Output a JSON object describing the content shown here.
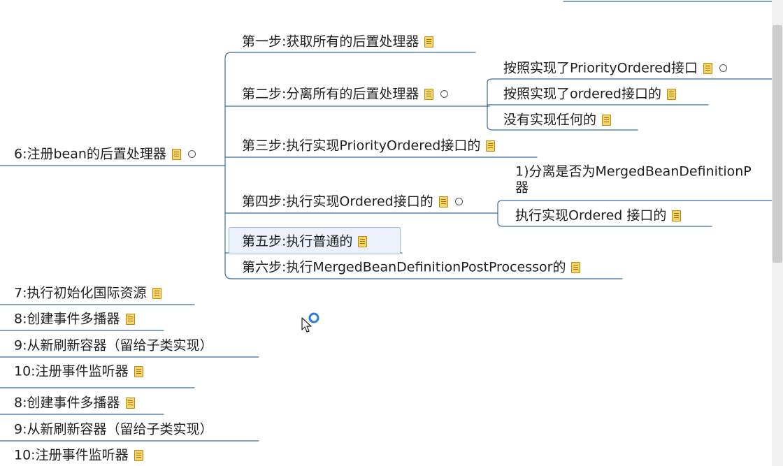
{
  "mindmap": {
    "root_node": "6:注册bean的后置处理器",
    "steps": [
      "第一步:获取所有的后置处理器",
      "第二步:分离所有的后置处理器",
      "第三步:执行实现PriorityOrdered接口的",
      "第四步:执行实现Ordered接口的",
      "第五步:执行普通的",
      "第六步:执行MergedBeanDefinitionPostProcessor的"
    ],
    "step2_children": [
      "按照实现了PriorityOrdered接口",
      "按照实现了ordered接口的",
      "没有实现任何的"
    ],
    "step4_children": {
      "item1_line1": "1)分离是否为MergedBeanDefinitionP",
      "item1_line2": "器",
      "item2": "执行实现Ordered 接口的"
    },
    "siblings": [
      "7:执行初始化国际资源",
      "8:创建事件多播器",
      "9:从新刷新容器（留给子类实现）",
      "10:注册事件监听器",
      "8:创建事件多播器",
      "9:从新刷新容器（留给子类实现）",
      "10:注册事件监听器"
    ]
  },
  "icons": {
    "note": "note-icon",
    "collapse": "collapse-toggle-icon",
    "cursor": "mouse-cursor-icon"
  },
  "colors": {
    "connector": "#3c6e9e",
    "selection_bg": "#eaf1fb",
    "selection_border": "#9bbbe0"
  }
}
